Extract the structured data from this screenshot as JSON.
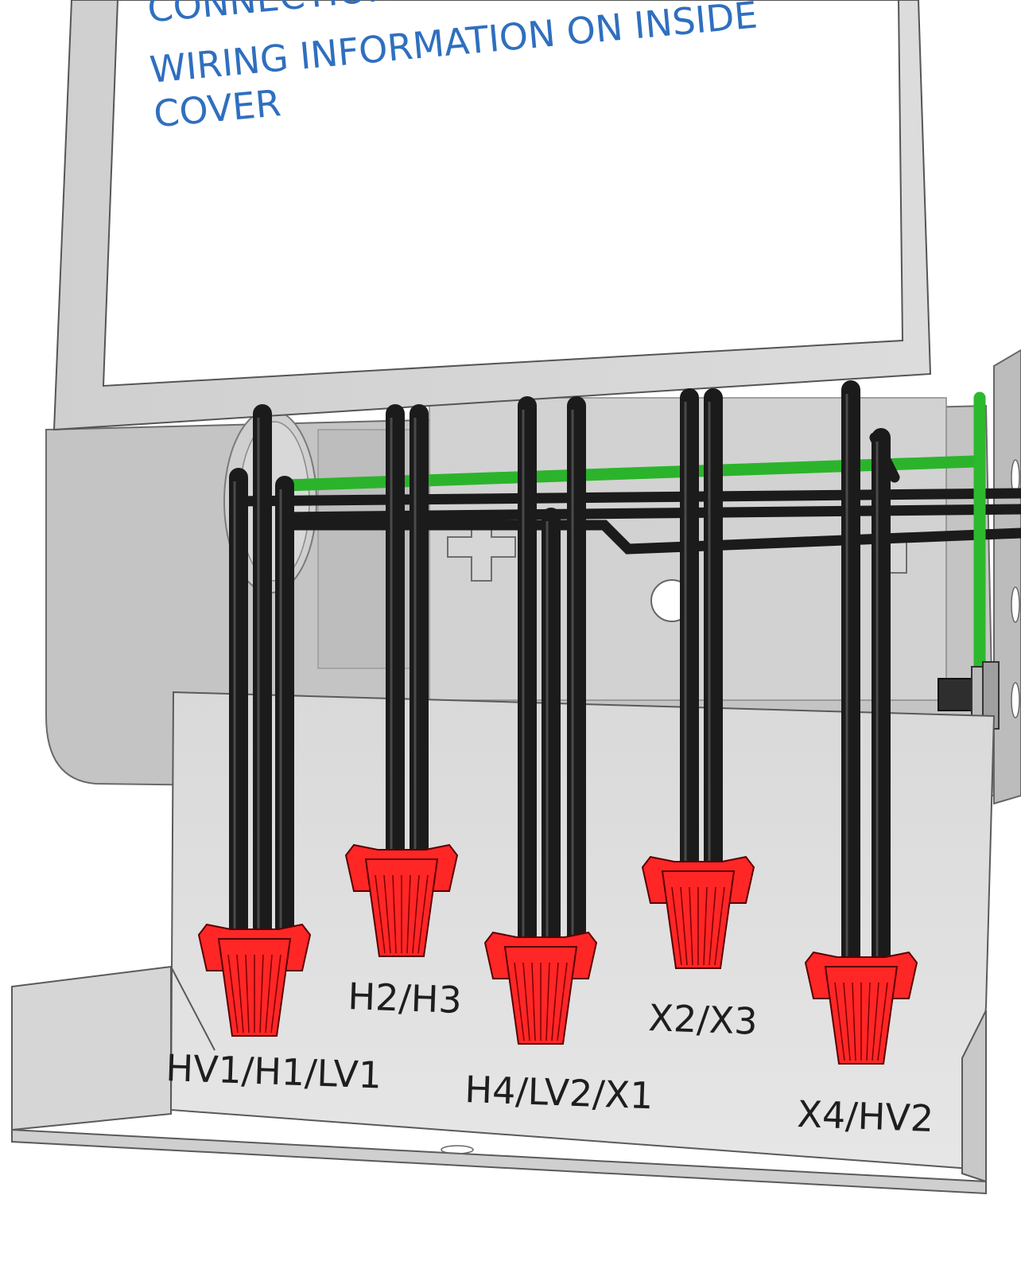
{
  "header": {
    "line_partial": "CONNECTION",
    "line1": "WIRING INFORMATION ON INSIDE",
    "line2": "COVER"
  },
  "terminals": [
    {
      "label": "HV1/H1/LV1",
      "wires": 3
    },
    {
      "label": "H2/H3",
      "wires": 2
    },
    {
      "label": "H4/LV2/X1",
      "wires": 3
    },
    {
      "label": "X2/X3",
      "wires": 2
    },
    {
      "label": "X4/HV2",
      "wires": 2
    }
  ],
  "colors": {
    "wire": "#1b1b1b",
    "ground_wire": "#35d035",
    "wire_nut": "#ff2626",
    "panel": "#d4d4d4",
    "label_area": "#ffffff",
    "header_text": "#2f6fbf"
  },
  "icons": [
    "wire-nut-icon",
    "ground-screw-icon"
  ]
}
